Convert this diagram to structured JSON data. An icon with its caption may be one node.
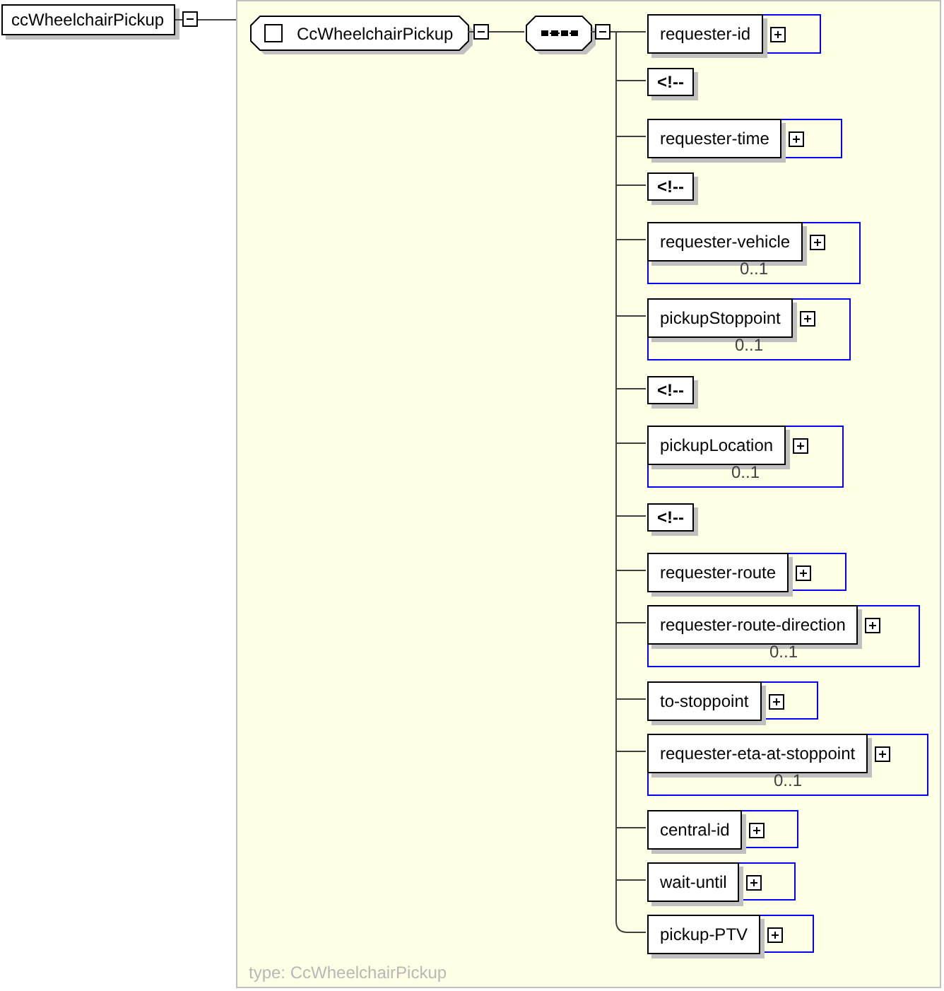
{
  "diagram": {
    "nodes": [
      {
        "text": [
          "ccWheelchairPickup"
        ]
      },
      {
        "text": [
          "type: CcWheelchairPickup"
        ]
      },
      {
        "text": [
          "CcWheelchairPickup"
        ],
        "in": 1
      },
      {
        "text": [],
        "shape": "octagon",
        "in": 1
      },
      {
        "text": [
          "requester-id"
        ],
        "in": 1
      },
      {
        "text": [
          "<!--"
        ],
        "in": 1
      },
      {
        "text": [
          "requester-time"
        ],
        "in": 1
      },
      {
        "text": [
          "<!--"
        ],
        "in": 1
      },
      {
        "text": [
          "requester-vehicle",
          "0..1"
        ],
        "in": 1
      },
      {
        "text": [
          "pickupStoppoint",
          "0..1"
        ],
        "in": 1
      },
      {
        "text": [
          "<!--"
        ],
        "in": 1
      },
      {
        "text": [
          "pickupLocation",
          "0..1"
        ],
        "in": 1
      },
      {
        "text": [
          "<!--"
        ],
        "in": 1
      },
      {
        "text": [
          "requester-route"
        ],
        "in": 1
      },
      {
        "text": [
          "requester-route-direction",
          "0..1"
        ],
        "in": 1
      },
      {
        "text": [
          "to-stoppoint"
        ],
        "in": 1
      },
      {
        "text": [
          "requester-eta-at-stoppoint",
          "0..1"
        ],
        "in": 1
      },
      {
        "text": [
          "central-id"
        ],
        "in": 1
      },
      {
        "text": [
          "wait-until"
        ],
        "in": 1
      },
      {
        "text": [
          "pickup-PTV"
        ],
        "in": 1
      }
    ],
    "edges": [
      {
        "from": 0,
        "to": 1,
        "arrow": "none"
      },
      {
        "from": 2,
        "to": 3,
        "arrow": "none"
      },
      {
        "from": 3,
        "to": 4,
        "arrow": "none"
      },
      {
        "from": 3,
        "to": 5,
        "arrow": "none"
      },
      {
        "from": 3,
        "to": 6,
        "arrow": "none"
      },
      {
        "from": 3,
        "to": 7,
        "arrow": "none"
      },
      {
        "from": 3,
        "to": 8,
        "arrow": "none"
      },
      {
        "from": 3,
        "to": 9,
        "arrow": "none"
      },
      {
        "from": 3,
        "to": 10,
        "arrow": "none"
      },
      {
        "from": 3,
        "to": 11,
        "arrow": "none"
      },
      {
        "from": 3,
        "to": 12,
        "arrow": "none"
      },
      {
        "from": 3,
        "to": 13,
        "arrow": "none"
      },
      {
        "from": 3,
        "to": 14,
        "arrow": "none"
      },
      {
        "from": 3,
        "to": 15,
        "arrow": "none"
      },
      {
        "from": 3,
        "to": 16,
        "arrow": "none"
      },
      {
        "from": 3,
        "to": 17,
        "arrow": "none"
      },
      {
        "from": 3,
        "to": 18,
        "arrow": "none"
      },
      {
        "from": 3,
        "to": 19,
        "arrow": "none"
      }
    ]
  }
}
